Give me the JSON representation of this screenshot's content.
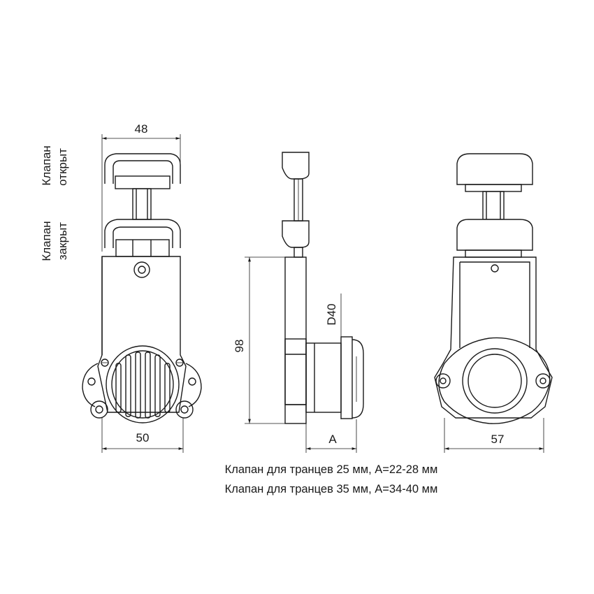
{
  "dimensions": {
    "width_top": "48",
    "width_bottom_left": "50",
    "height": "98",
    "diameter": "D40",
    "transom": "A",
    "width_bottom_right": "57"
  },
  "labels": {
    "valve_open_line1": "Клапан",
    "valve_open_line2": "открыт",
    "valve_closed_line1": "Клапан",
    "valve_closed_line2": "закрыт"
  },
  "captions": [
    "Клапан для транцев 25 мм, А=22-28 мм",
    "Клапан для транцев 35 мм, А=34-40 мм"
  ]
}
